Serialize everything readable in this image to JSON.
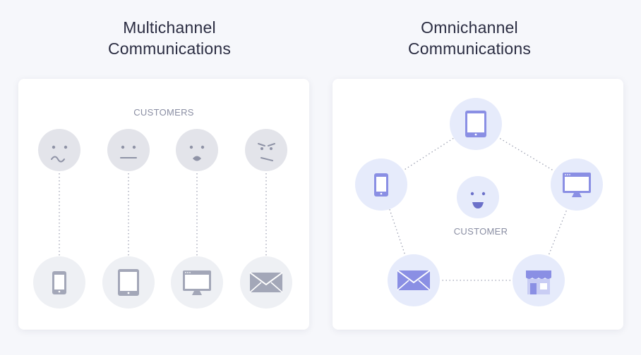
{
  "left_panel": {
    "title_line1": "Multichannel",
    "title_line2": "Communications",
    "caption": "CUSTOMERS",
    "customers": [
      {
        "mood": "confused",
        "icon": "confused-face-icon"
      },
      {
        "mood": "neutral",
        "icon": "neutral-face-icon"
      },
      {
        "mood": "surprised",
        "icon": "surprised-face-icon"
      },
      {
        "mood": "annoyed",
        "icon": "annoyed-face-icon"
      }
    ],
    "channels": [
      "phone-icon",
      "tablet-icon",
      "desktop-icon",
      "mail-icon"
    ]
  },
  "right_panel": {
    "title_line1": "Omnichannel",
    "title_line2": "Communications",
    "caption": "CUSTOMER",
    "center": {
      "mood": "happy",
      "icon": "happy-face-icon"
    },
    "channels": [
      "tablet-icon",
      "desktop-icon",
      "store-icon",
      "mail-icon",
      "phone-icon"
    ]
  },
  "colors": {
    "background": "#f6f7fb",
    "card": "#ffffff",
    "title": "#2b2d42",
    "caption": "#8a8ea3",
    "face": "#e3e4ea",
    "face_features": "#8f93a6",
    "icon_circle_gray": "#eef0f4",
    "icon_gray": "#a3a7b8",
    "icon_circle_accent": "#e6ebfb",
    "accent": "#8a8fe4",
    "connector": "#9ea2b3"
  }
}
